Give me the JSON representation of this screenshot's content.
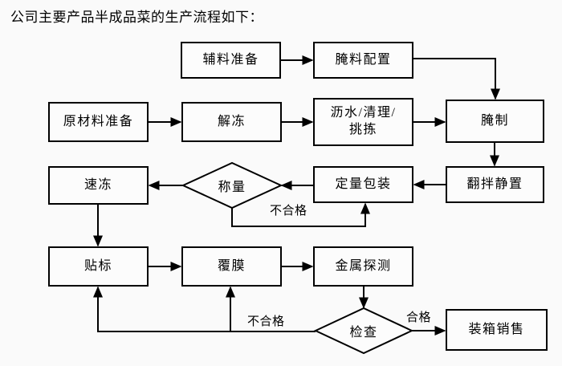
{
  "title": "公司主要产品半成品菜的生产流程如下：",
  "flowchart": {
    "type": "flowchart",
    "nodes": {
      "auxiliary_prep": "辅料准备",
      "marinade_config": "腌料配置",
      "raw_material_prep": "原材料准备",
      "thawing": "解冻",
      "drain_clean_sort": "沥水/清理/\n挑拣",
      "marinating": "腌制",
      "quick_freeze": "速冻",
      "weighing": "称量",
      "quantitative_packaging": "定量包装",
      "mix_and_rest": "翻拌静置",
      "labeling": "贴标",
      "film_coating": "覆膜",
      "metal_detection": "金属探测",
      "inspection": "检查",
      "boxing_sales": "装箱销售"
    },
    "edge_labels": {
      "weighing_fail": "不合格",
      "inspection_fail": "不合格",
      "inspection_pass": "合格"
    },
    "edges": [
      {
        "from": "辅料准备",
        "to": "腌料配置"
      },
      {
        "from": "腌料配置",
        "to": "腌制"
      },
      {
        "from": "原材料准备",
        "to": "解冻"
      },
      {
        "from": "解冻",
        "to": "沥水/清理/挑拣"
      },
      {
        "from": "沥水/清理/挑拣",
        "to": "腌制"
      },
      {
        "from": "腌制",
        "to": "翻拌静置"
      },
      {
        "from": "翻拌静置",
        "to": "定量包装"
      },
      {
        "from": "定量包装",
        "to": "称量"
      },
      {
        "from": "称量",
        "to": "速冻"
      },
      {
        "from": "称量",
        "to": "定量包装",
        "label": "不合格"
      },
      {
        "from": "速冻",
        "to": "贴标"
      },
      {
        "from": "贴标",
        "to": "覆膜"
      },
      {
        "from": "覆膜",
        "to": "金属探测"
      },
      {
        "from": "金属探测",
        "to": "检查"
      },
      {
        "from": "检查",
        "to": "装箱销售",
        "label": "合格"
      },
      {
        "from": "检查",
        "to": "贴标",
        "label": "不合格"
      },
      {
        "from": "检查",
        "to": "覆膜",
        "label": "不合格"
      }
    ],
    "colors": {
      "line": "#000000",
      "node_border": "#000000",
      "text": "#000000",
      "background": "#fafafa"
    }
  }
}
